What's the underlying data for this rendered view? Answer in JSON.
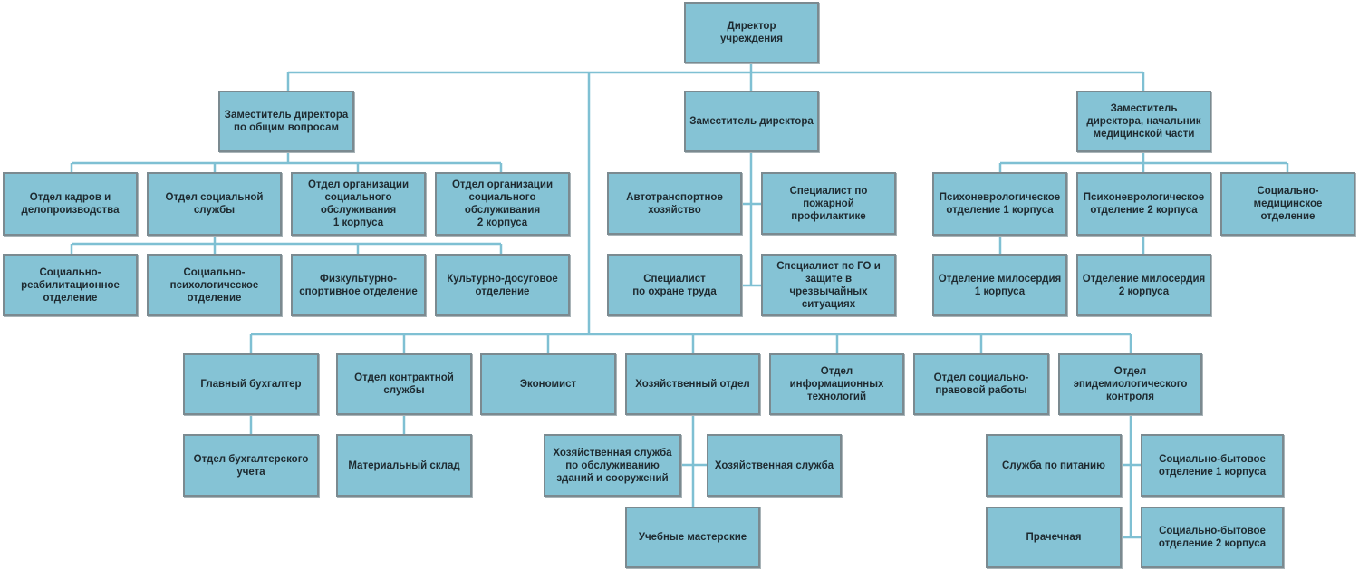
{
  "title": "Организационная структура учреждения",
  "colors": {
    "box_fill": "#85c3d5",
    "box_border": "#7b8a90",
    "connector": "#7fc0d3",
    "text": "#1e2a30"
  },
  "nodes": {
    "director": "Директор\nучреждения",
    "deputy_general": "Заместитель директора\nпо общим вопросам",
    "deputy": "Заместитель директора",
    "deputy_medical": "Заместитель\nдиректора, начальник\nмедицинской части",
    "hr_dept": "Отдел кадров и\nделопроизводства",
    "social_service_dept": "Отдел социальной\nслужбы",
    "social_org_1": "Отдел организации\nсоциального\nобслуживания\n1 корпуса",
    "social_org_2": "Отдел организации\nсоциального\nобслуживания\n2 корпуса",
    "social_rehab": "Социально-\nреабилитационное\nотделение",
    "social_psych": "Социально-\nпсихологическое\nотделение",
    "sports": "Физкультурно-\nспортивное отделение",
    "cultural": "Культурно-досуговое\nотделение",
    "motor_transport": "Автотранспортное\nхозяйство",
    "fire_specialist": "Специалист по\nпожарной\nпрофилактике",
    "labor_safety": "Специалист\nпо охране труда",
    "civil_defense": "Специалист по ГО и\nзащите в\nчрезвычайных\nситуациях",
    "psychoneuro_1": "Психоневрологическое\nотделение 1 корпуса",
    "psychoneuro_2": "Психоневрологическое\nотделение 2 корпуса",
    "social_medical": "Социально-\nмедицинское\nотделение",
    "mercy_1": "Отделение милосердия\n1 корпуса",
    "mercy_2": "Отделение милосердия\n2 корпуса",
    "chief_accountant": "Главный бухгалтер",
    "contract_dept": "Отдел контрактной\nслужбы",
    "economist": "Экономист",
    "household_dept": "Хозяйственный отдел",
    "it_dept": "Отдел\nинформационных\nтехнологий",
    "social_legal": "Отдел социально-\nправовой работы",
    "epidemiology": "Отдел\nэпидемиологического\nконтроля",
    "accounting_dept": "Отдел бухгалтерского\nучета",
    "warehouse": "Материальный склад",
    "building_service": "Хозяйственная служба\nпо обслуживанию\nзданий и сооружений",
    "household_service": "Хозяйственная служба",
    "workshops": "Учебные мастерские",
    "catering": "Служба по питанию",
    "laundry": "Прачечная",
    "social_household_1": "Социально-бытовое\nотделение 1 корпуса",
    "social_household_2": "Социально-бытовое\nотделение 2 корпуса"
  }
}
